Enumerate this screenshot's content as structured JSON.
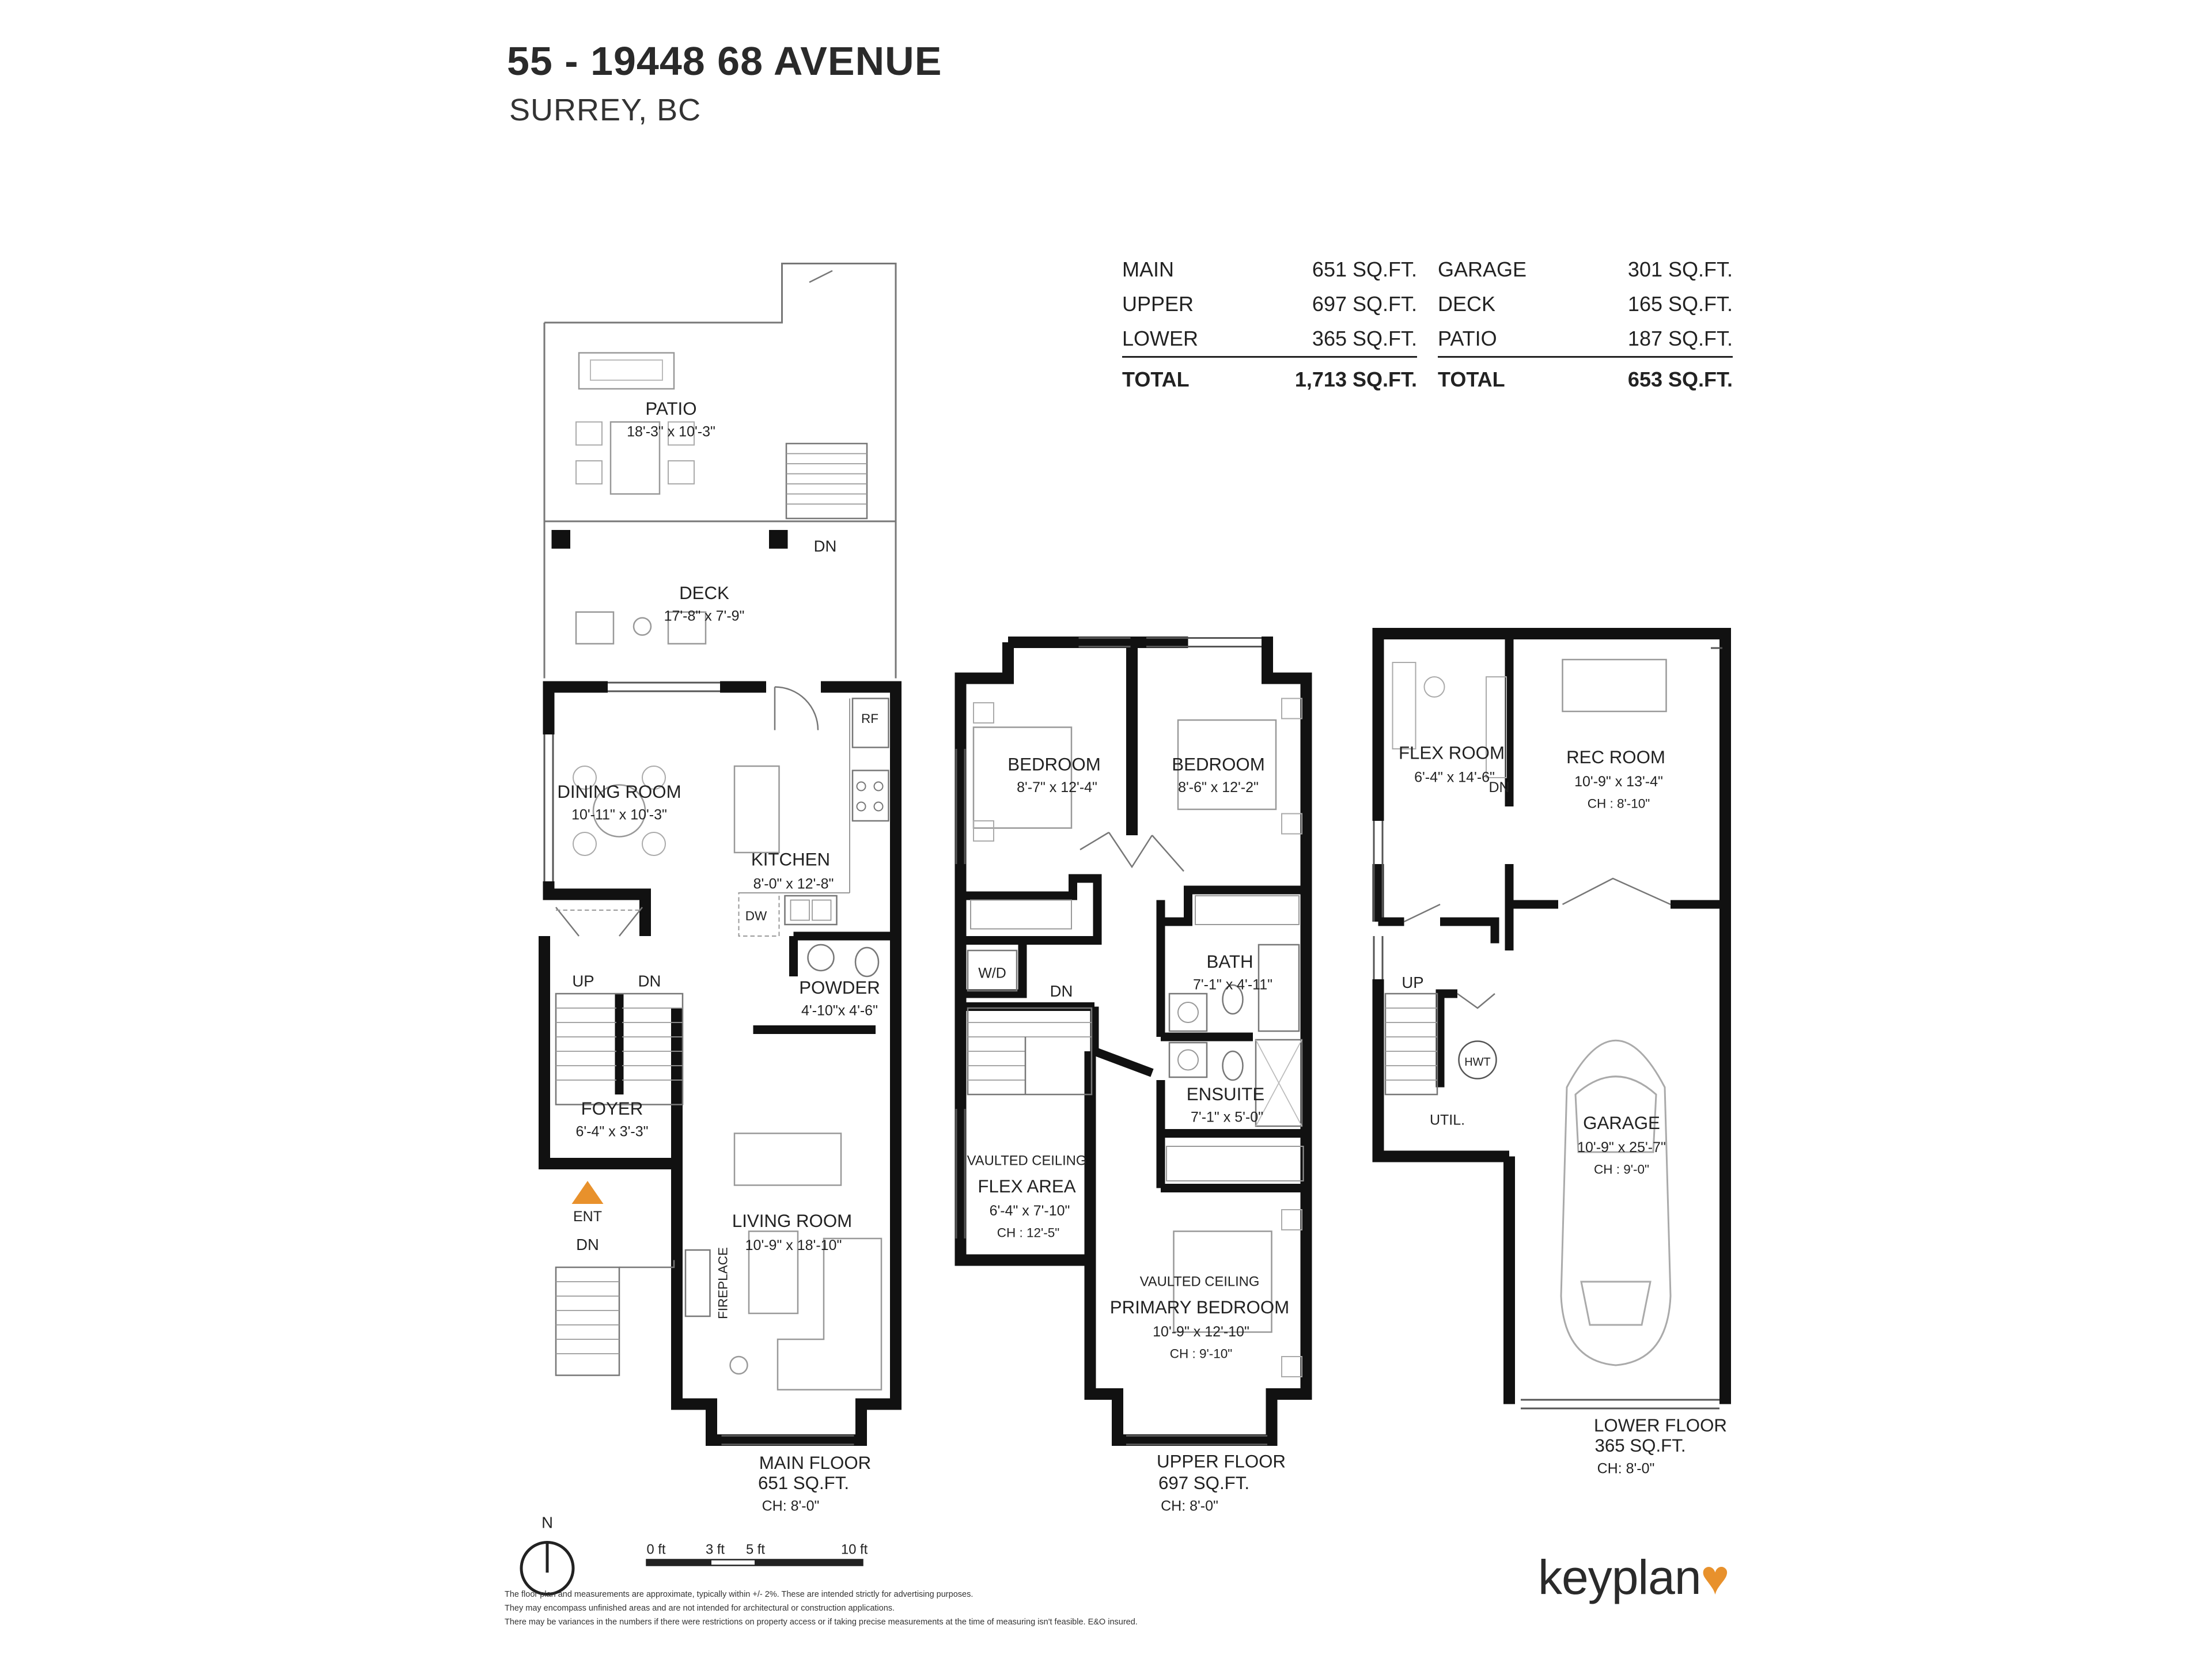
{
  "header": {
    "title": "55 - 19448 68 AVENUE",
    "subtitle": "SURREY, BC"
  },
  "area_table_left": {
    "rows": [
      {
        "label": "MAIN",
        "value": "651 SQ.FT."
      },
      {
        "label": "UPPER",
        "value": "697 SQ.FT."
      },
      {
        "label": "LOWER",
        "value": "365 SQ.FT."
      }
    ],
    "total": {
      "label": "TOTAL",
      "value": "1,713 SQ.FT."
    }
  },
  "area_table_right": {
    "rows": [
      {
        "label": "GARAGE",
        "value": "301 SQ.FT."
      },
      {
        "label": "DECK",
        "value": "165 SQ.FT."
      },
      {
        "label": "PATIO",
        "value": "187 SQ.FT."
      }
    ],
    "total": {
      "label": "TOTAL",
      "value": "653 SQ.FT."
    }
  },
  "rooms": {
    "patio": {
      "name": "PATIO",
      "dims": "18'-3\"  x  10'-3\""
    },
    "deck": {
      "name": "DECK",
      "dims": "17'-8\"  x  7'-9\""
    },
    "dining": {
      "name": "DINING ROOM",
      "dims": "10'-11\"  x  10'-3\""
    },
    "kitchen": {
      "name": "KITCHEN",
      "dims": "8'-0\"  x  12'-8\""
    },
    "powder": {
      "name": "POWDER",
      "dims": "4'-10\"x 4'-6\""
    },
    "foyer": {
      "name": "FOYER",
      "dims": "6'-4\"  x  3'-3\""
    },
    "living": {
      "name": "LIVING ROOM",
      "dims": "10'-9\"  x  18'-10\""
    },
    "bedroom1": {
      "name": "BEDROOM",
      "dims": "8'-7\"  x  12'-4\""
    },
    "bedroom2": {
      "name": "BEDROOM",
      "dims": "8'-6\"  x  12'-2\""
    },
    "bath": {
      "name": "BATH",
      "dims": "7'-1\"  x  4'-11\""
    },
    "ensuite": {
      "name": "ENSUITE",
      "dims": "7'-1\"  x  5'-0\""
    },
    "flex_area": {
      "note": "VAULTED CEILING",
      "name": "FLEX AREA",
      "dims": "6'-4\"  x  7'-10\"",
      "ch": "CH : 12'-5\""
    },
    "primary": {
      "note": "VAULTED CEILING",
      "name": "PRIMARY BEDROOM",
      "dims": "10'-9\"  x  12'-10\"",
      "ch": "CH : 9'-10\""
    },
    "flex_room": {
      "name": "FLEX ROOM",
      "dims": "6'-4\"  x  14'-6\""
    },
    "rec_room": {
      "name": "REC ROOM",
      "dims": "10'-9\"  x  13'-4\"",
      "ch": "CH : 8'-10\""
    },
    "garage": {
      "name": "GARAGE",
      "dims": "10'-9\"  x  25'-7\"",
      "ch": "CH : 9'-0\""
    },
    "util": {
      "name": "UTIL."
    }
  },
  "fixtures": {
    "rf": "RF",
    "dw": "DW",
    "wd": "W/D",
    "hwt": "HWT",
    "fireplace": "FIREPLACE",
    "up": "UP",
    "dn": "DN",
    "ent": "ENT"
  },
  "floors": {
    "main": {
      "name": "MAIN FLOOR",
      "area": "651 SQ.FT.",
      "ch": "CH: 8'-0\""
    },
    "upper": {
      "name": "UPPER FLOOR",
      "area": "697 SQ.FT.",
      "ch": "CH: 8'-0\""
    },
    "lower": {
      "name": "LOWER FLOOR",
      "area": "365 SQ.FT.",
      "ch": "CH: 8'-0\""
    }
  },
  "north": "N",
  "scale": [
    "0 ft",
    "3 ft",
    "5 ft",
    "10 ft"
  ],
  "disclaimer": [
    "The floor plan and measurements are approximate, typically within +/- 2%. These are intended strictly for advertising purposes.",
    "They may encompass unfinished areas and are not intended for architectural or construction applications.",
    "There may be variances in the numbers if there were restrictions on property access or if taking precise measurements at the time of measuring isn't feasible. E&O insured."
  ],
  "brand": {
    "name": "keyplan",
    "accent_color": "#e8912c"
  },
  "colors": {
    "wall": "#111111",
    "line": "#555555",
    "text": "#222222"
  }
}
